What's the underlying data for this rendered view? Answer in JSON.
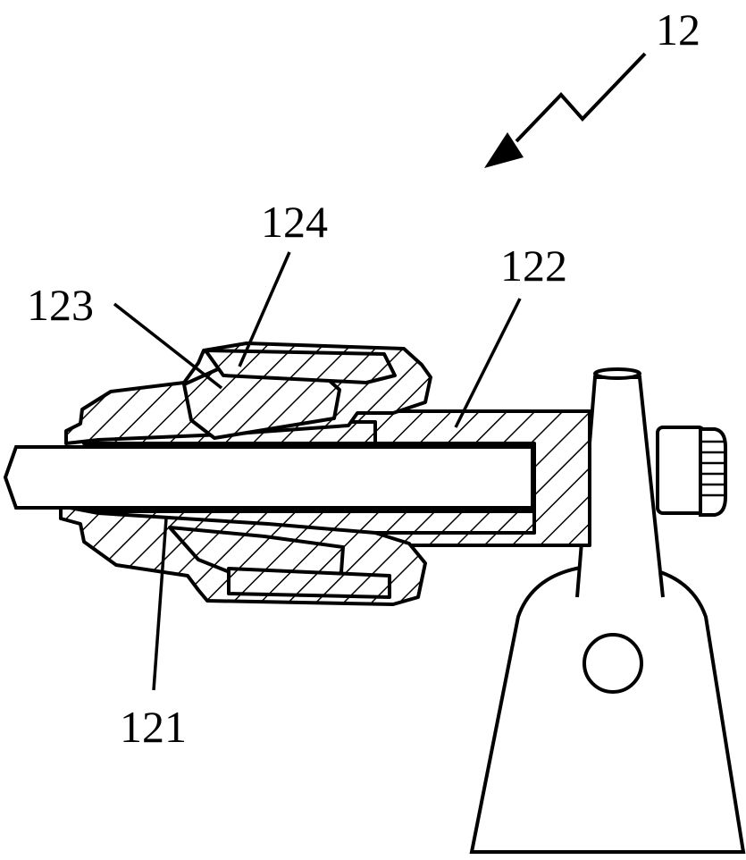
{
  "figure": {
    "assembly_label": "12",
    "labels": {
      "part_121": "121",
      "part_122": "122",
      "part_123": "123",
      "part_124": "124"
    }
  },
  "colors": {
    "ink": "#000000",
    "paper": "#ffffff"
  }
}
